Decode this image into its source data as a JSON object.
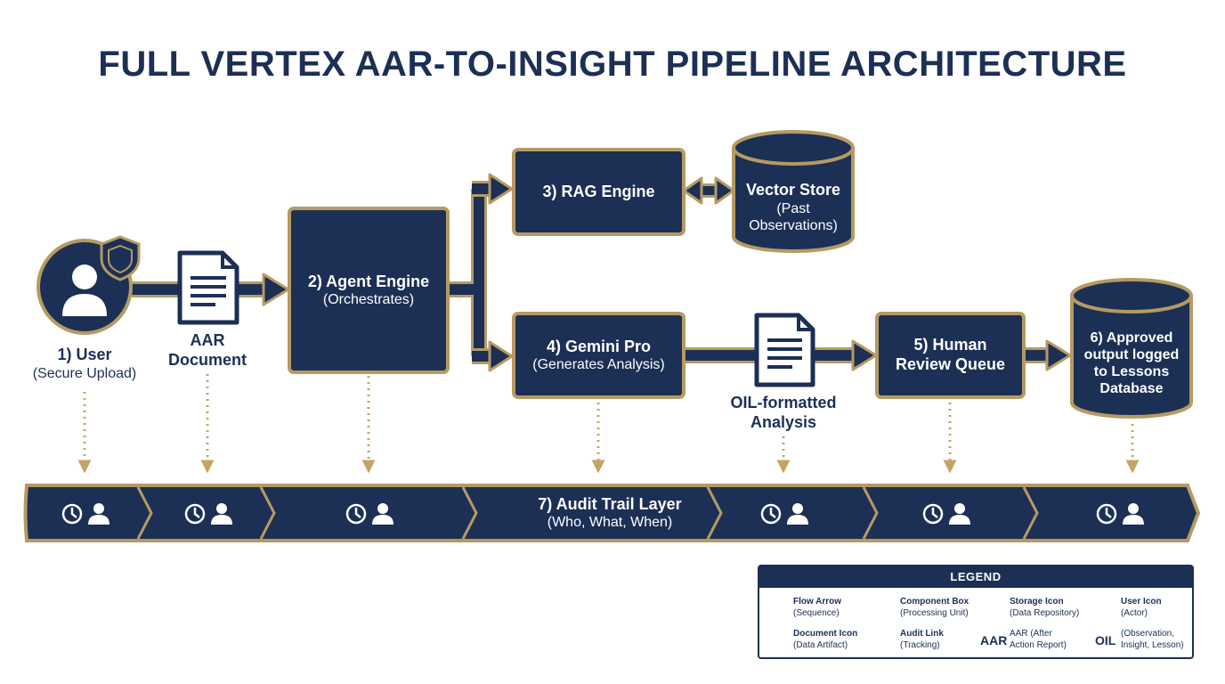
{
  "title": "FULL VERTEX AAR-TO-INSIGHT PIPELINE ARCHITECTURE",
  "nodes": {
    "user": {
      "title": "1) User",
      "sub": "(Secure Upload)"
    },
    "aar_doc": {
      "title": "AAR",
      "title2": "Document"
    },
    "agent": {
      "title": "2) Agent Engine",
      "sub": "(Orchestrates)"
    },
    "rag": {
      "title": "3) RAG Engine"
    },
    "vector": {
      "title": "Vector Store",
      "sub1": "(Past",
      "sub2": "Observations)"
    },
    "gemini": {
      "title": "4) Gemini Pro",
      "sub": "(Generates Analysis)"
    },
    "oil_doc": {
      "title": "OIL-formatted",
      "title2": "Analysis"
    },
    "review": {
      "title": "5) Human",
      "title2": "Review Queue"
    },
    "approved": {
      "l1": "6) Approved",
      "l2": "output logged",
      "l3": "to Lessons",
      "l4": "Database"
    }
  },
  "audit": {
    "title": "7) Audit Trail Layer",
    "sub": "(Who, What, When)"
  },
  "legend": {
    "heading": "LEGEND",
    "items": [
      {
        "name": "Flow Arrow",
        "desc": "(Sequence)"
      },
      {
        "name": "Component Box",
        "desc": "(Processing Unit)"
      },
      {
        "name": "Storage Icon",
        "desc": "(Data Repository)"
      },
      {
        "name": "User Icon",
        "desc": "(Actor)"
      },
      {
        "name": "Document Icon",
        "desc": "(Data Artifact)"
      },
      {
        "name": "Audit Link",
        "desc": "(Tracking)"
      },
      {
        "name": "AAR (After",
        "desc": "Action Report)",
        "abbr": "AAR"
      },
      {
        "name": "",
        "desc": "(Observation,",
        "desc2": "Insight, Lesson)",
        "abbr": "OIL"
      }
    ]
  },
  "colors": {
    "navy": "#1c2f55",
    "gold": "#b59a63"
  },
  "icons": [
    "user-icon",
    "shield-icon",
    "document-icon",
    "clock-icon",
    "link-icon",
    "cylinder-icon",
    "arrow-icon"
  ]
}
